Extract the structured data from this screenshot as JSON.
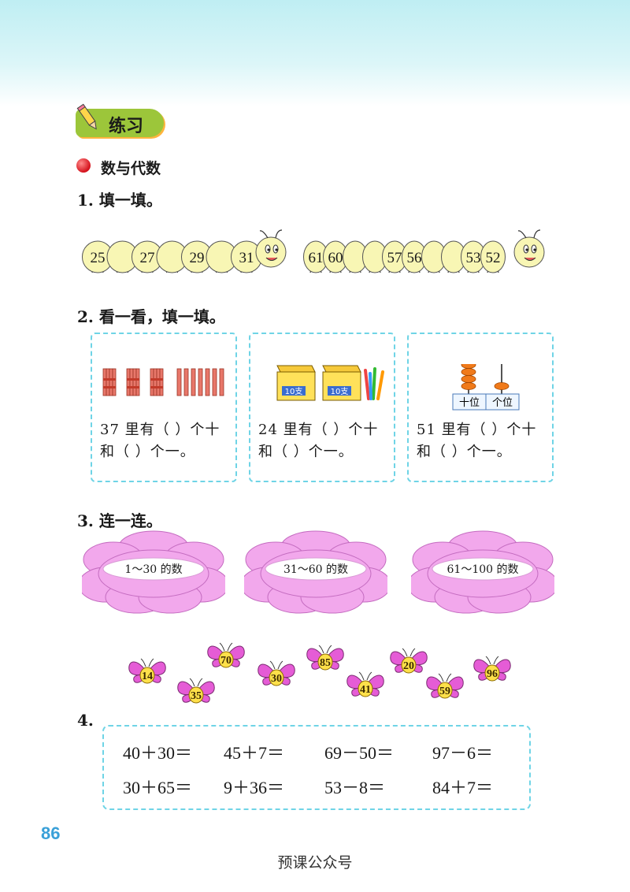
{
  "header": {
    "practice_label": "练习",
    "section_title": "数与代数"
  },
  "q1": {
    "title": "1. 填一填。",
    "left_caterpillar": [
      "25",
      "",
      "27",
      "",
      "29",
      "",
      "31"
    ],
    "right_caterpillar": [
      "61",
      "60",
      "",
      "",
      "57",
      "56",
      "",
      "",
      "53",
      "52"
    ]
  },
  "q2": {
    "title": "2. 看一看，填一填。",
    "cards": [
      {
        "caption": "37 里有（ ）个十和（ ）个一。"
      },
      {
        "caption": "24 里有（ ）个十和（ ）个一。",
        "box_label": "10支"
      },
      {
        "caption": "51 里有（ ）个十和（ ）个一。",
        "tens_label": "十位",
        "ones_label": "个位"
      }
    ]
  },
  "q3": {
    "title": "3. 连一连。",
    "clouds": [
      "1～30 的数",
      "31～60 的数",
      "61～100 的数"
    ],
    "butterflies": [
      "14",
      "35",
      "70",
      "30",
      "85",
      "41",
      "20",
      "59",
      "96"
    ]
  },
  "q4": {
    "title": "4.",
    "rows": [
      [
        "40＋30＝",
        "45＋7＝",
        "69－50＝",
        "97－6＝"
      ],
      [
        "30＋65＝",
        "9＋36＝",
        "53－8＝",
        "84＋7＝"
      ]
    ]
  },
  "footer": {
    "page_number": "86",
    "watermark": "预课公众号"
  },
  "colors": {
    "accent_green": "#9cc63a",
    "caterpillar": "#f8f6b4",
    "cloud_pink": "#f2a8ec",
    "butterfly_pink": "#e55cd6",
    "dashed_border": "#6fd4e6",
    "page_number": "#3aa0d8"
  }
}
